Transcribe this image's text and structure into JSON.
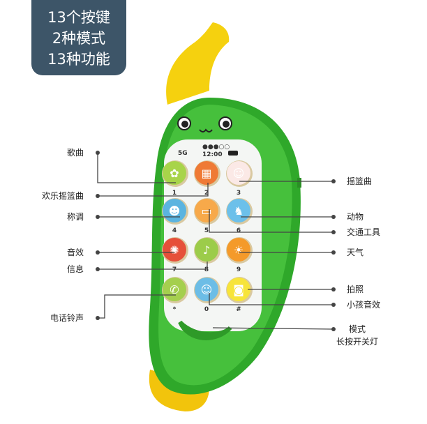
{
  "badge": {
    "line1": "13个按键",
    "line2": "2种模式",
    "line3": "13种功能"
  },
  "screen": {
    "signal": "5G",
    "time": "12:00"
  },
  "keys": [
    "1",
    "2",
    "3",
    "4",
    "5",
    "6",
    "7",
    "8",
    "9",
    "*",
    "0",
    "#"
  ],
  "left_labels": {
    "songs": "歌曲",
    "happy_lullaby": "欢乐摇篮曲",
    "greetings": "称调",
    "sound_effects": "音效",
    "message": "信息",
    "ringtone": "电话铃声"
  },
  "right_labels": {
    "lullaby": "摇篮曲",
    "animals": "动物",
    "transport": "交通工具",
    "weather": "天气",
    "camera": "拍照",
    "baby_sounds": "小孩音效",
    "mode": "模式",
    "mode_sub": "长按开关灯"
  },
  "colors": {
    "badge": "#3d5568",
    "body": "#2fa82a",
    "tip": "#f5d10f"
  }
}
